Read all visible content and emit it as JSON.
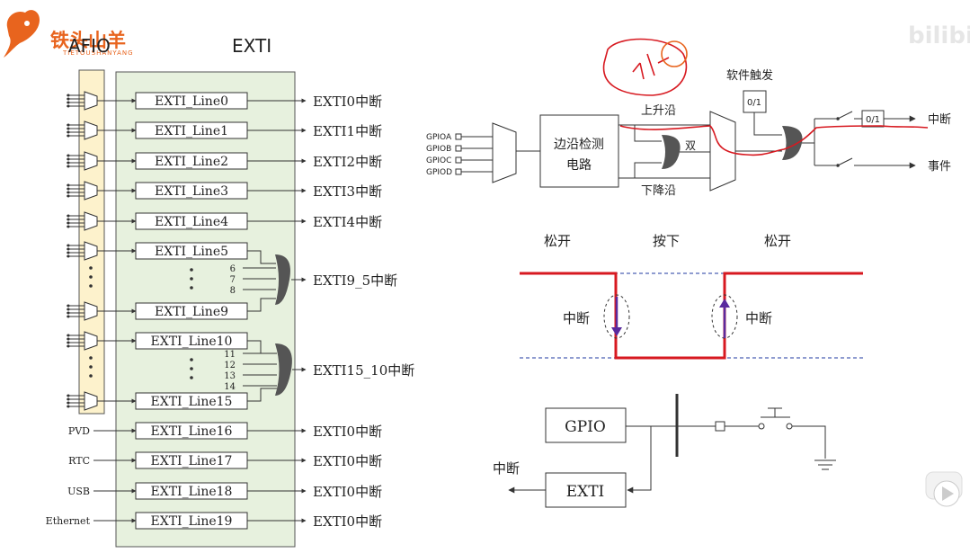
{
  "logo": {
    "text": "铁头山羊",
    "subtext": "TIETOUSHANYANG"
  },
  "watermark": "bilibili",
  "left": {
    "afio_label": "AFIO",
    "exti_label": "EXTI",
    "lines": [
      {
        "name": "EXTI_Line0",
        "out": "EXTI0中断"
      },
      {
        "name": "EXTI_Line1",
        "out": "EXTI1中断"
      },
      {
        "name": "EXTI_Line2",
        "out": "EXTI2中断"
      },
      {
        "name": "EXTI_Line3",
        "out": "EXTI3中断"
      },
      {
        "name": "EXTI_Line4",
        "out": "EXTI4中断"
      },
      {
        "name": "EXTI_Line5",
        "out": ""
      },
      {
        "name": "EXTI_Line9",
        "out": ""
      },
      {
        "name": "EXTI_Line10",
        "out": ""
      },
      {
        "name": "EXTI_Line15",
        "out": ""
      },
      {
        "name": "EXTI_Line16",
        "out": "EXTI0中断",
        "src": "PVD"
      },
      {
        "name": "EXTI_Line17",
        "out": "EXTI0中断",
        "src": "RTC"
      },
      {
        "name": "EXTI_Line18",
        "out": "EXTI0中断",
        "src": "USB"
      },
      {
        "name": "EXTI_Line19",
        "out": "EXTI0中断",
        "src": "Ethernet"
      }
    ],
    "group1": {
      "out": "EXTI9_5中断",
      "nums": [
        "6",
        "7",
        "8"
      ]
    },
    "group2": {
      "out": "EXTI15_10中断",
      "nums": [
        "11",
        "12",
        "13",
        "14"
      ]
    }
  },
  "edge": {
    "gpio_inputs": [
      "GPIOA",
      "GPIOB",
      "GPIOC",
      "GPIOD"
    ],
    "detector": [
      "边沿检测",
      "电路"
    ],
    "rising": "上升沿",
    "both": "双",
    "falling": "下降沿",
    "sw_trigger": "软件触发",
    "sw_box": "0/1",
    "mask_box": "0/1",
    "interrupt": "中断",
    "event": "事件"
  },
  "timing": {
    "release1": "松开",
    "press": "按下",
    "release2": "松开",
    "irq_left": "中断",
    "irq_right": "中断"
  },
  "circuit": {
    "gpio": "GPIO",
    "exti": "EXTI",
    "irq": "中断"
  }
}
